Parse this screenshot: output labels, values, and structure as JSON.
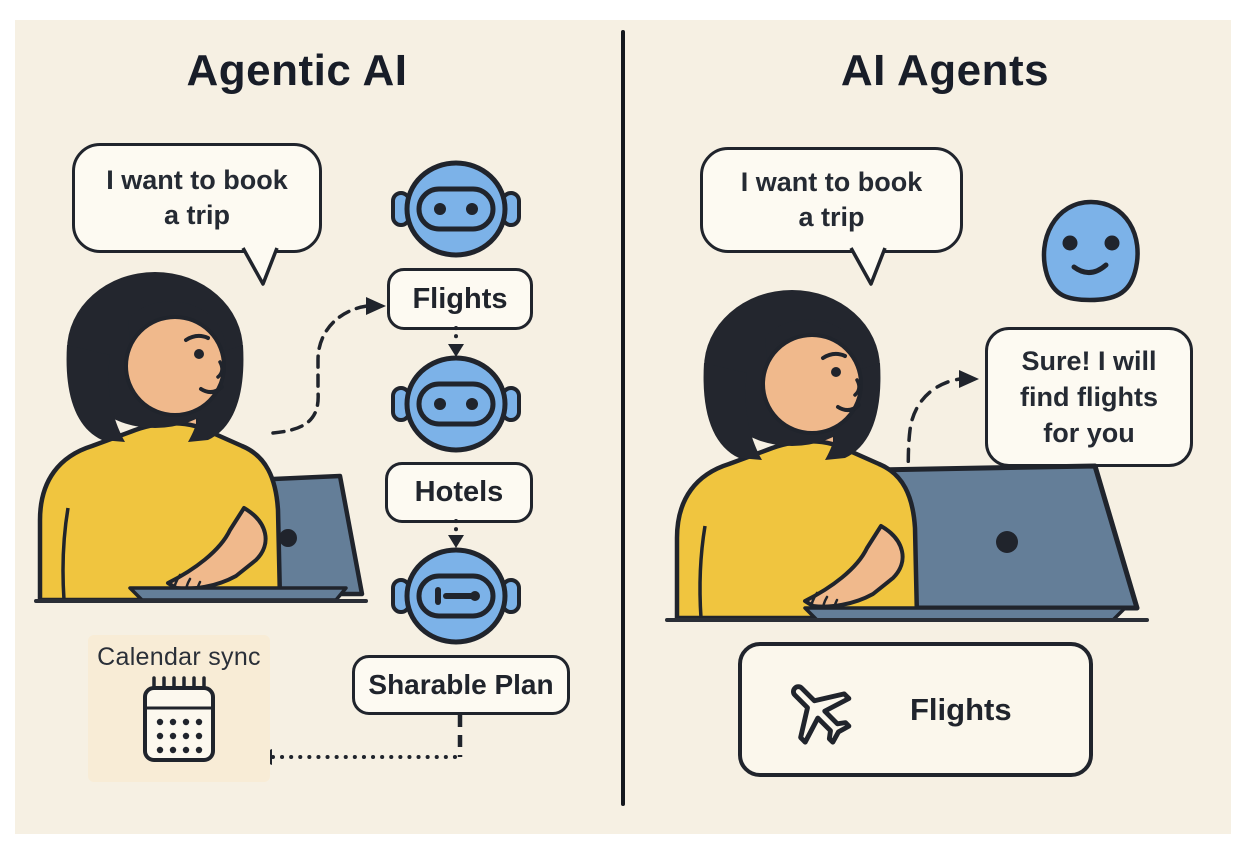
{
  "left_panel": {
    "title": "Agentic AI",
    "user_bubble_line1": "I want to book",
    "user_bubble_line2": "a trip",
    "steps": [
      "Flights",
      "Hotels"
    ],
    "plan_label": "Sharable Plan",
    "calendar_label": "Calendar sync"
  },
  "right_panel": {
    "title": "AI Agents",
    "user_bubble_line1": "I want to book",
    "user_bubble_line2": "a trip",
    "agent_bubble_line1": "Sure! I will",
    "agent_bubble_line2": "find flights",
    "agent_bubble_line3": "for you",
    "action_label": "Flights"
  },
  "icons": {
    "robot": "robot-icon",
    "smiley_bot": "smiley-bot-icon",
    "plane": "plane-icon",
    "calendar": "calendar-icon"
  },
  "colors": {
    "background": "#f6f0e3",
    "card_fill": "#fdfaf2",
    "ink": "#20242c",
    "robot_blue": "#7cb2e8",
    "shirt_yellow": "#f0c53f",
    "skin": "#f0b98c",
    "laptop_gray": "#647e98",
    "calendar_bg": "#f8ecd6"
  }
}
